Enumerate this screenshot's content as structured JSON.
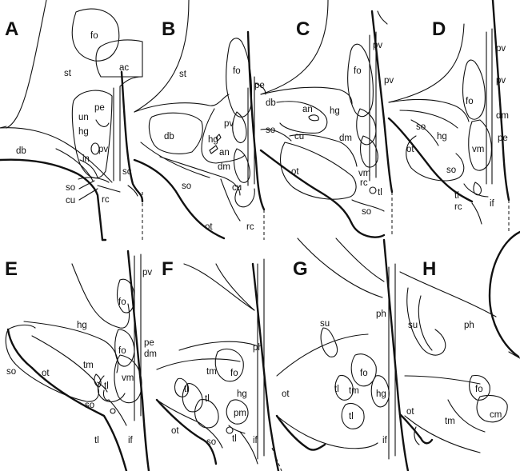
{
  "panels": [
    {
      "label": "A",
      "regions": [
        "fo",
        "ac",
        "st",
        "pe",
        "un",
        "hg",
        "pv",
        "in",
        "db",
        "sc",
        "so",
        "cu",
        "rc"
      ]
    },
    {
      "label": "B",
      "regions": [
        "st",
        "fo",
        "pe",
        "db",
        "pv",
        "hg",
        "an",
        "dm",
        "so",
        "cu",
        "ot",
        "rc"
      ]
    },
    {
      "label": "C",
      "regions": [
        "pv",
        "fo",
        "pv",
        "db",
        "an",
        "hg",
        "so",
        "cu",
        "dm",
        "ot",
        "vm",
        "rc",
        "tl",
        "so"
      ]
    },
    {
      "label": "D",
      "regions": [
        "pv",
        "pv",
        "fo",
        "dm",
        "so",
        "hg",
        "pe",
        "ot",
        "vm",
        "so",
        "tl",
        "rc",
        "if"
      ]
    },
    {
      "label": "E",
      "regions": [
        "pv",
        "fo",
        "hg",
        "pe",
        "dm",
        "so",
        "ot",
        "tm",
        "fo",
        "tl",
        "vm",
        "so",
        "tl",
        "if"
      ]
    },
    {
      "label": "F",
      "regions": [
        "ph",
        "tm",
        "fo",
        "tl",
        "tl",
        "hg",
        "pm",
        "ot",
        "tl",
        "so",
        "if"
      ]
    },
    {
      "label": "G",
      "regions": [
        "ph",
        "su",
        "ot",
        "fo",
        "tl",
        "tm",
        "hg",
        "tl",
        "if"
      ]
    },
    {
      "label": "H",
      "regions": [
        "su",
        "ph",
        "fo",
        "ot",
        "tm",
        "cm"
      ]
    }
  ]
}
